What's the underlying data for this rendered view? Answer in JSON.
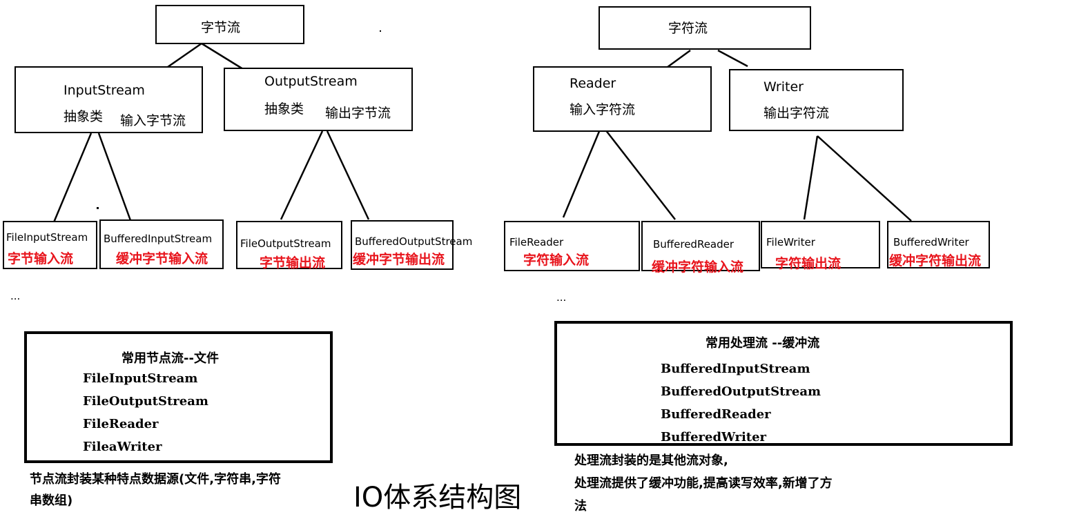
{
  "byte_root": "字节流",
  "char_root": "字符流",
  "input_stream": {
    "name": "InputStream",
    "kind": "抽象类",
    "desc": "输入字节流"
  },
  "output_stream": {
    "name": "OutputStream",
    "kind": "抽象类",
    "desc": "输出字节流"
  },
  "reader": {
    "name": "Reader",
    "desc": "输入字符流"
  },
  "writer": {
    "name": "Writer",
    "desc": "输出字符流"
  },
  "leaves": [
    {
      "name": "FileInputStream",
      "desc": "字节输入流"
    },
    {
      "name": "BufferedInputStream",
      "desc": "缓冲字节输入流"
    },
    {
      "name": "FileOutputStream",
      "desc": "字节输出流"
    },
    {
      "name": "BufferedOutputStream",
      "desc": "缓冲字节输出流"
    },
    {
      "name": "FileReader",
      "desc": "字符输入流"
    },
    {
      "name": "BufferedReader",
      "desc": "缓冲字符输入流"
    },
    {
      "name": "FileWriter",
      "desc": "字符输出流"
    },
    {
      "name": "BufferedWriter",
      "desc": "缓冲字符输出流"
    }
  ],
  "ellipsis": "...",
  "node_streams": {
    "title": "常用节点流--文件",
    "items": [
      "FileInputStream",
      "FileOutputStream",
      "FileReader",
      "FileaWriter"
    ],
    "note_line1": "节点流封装某种特点数据源(文件,字符串,字符",
    "note_line2": "串数组)"
  },
  "processing_streams": {
    "title": "常用处理流 --缓冲流",
    "items": [
      "BufferedInputStream",
      "BufferedOutputStream",
      "BufferedReader",
      "BufferedWriter"
    ],
    "note_line1": "处理流封装的是其他流对象,",
    "note_line2": "处理流提供了缓冲功能,提高读写效率,新增了方",
    "note_line3": "法"
  },
  "caption": "IO体系结构图"
}
